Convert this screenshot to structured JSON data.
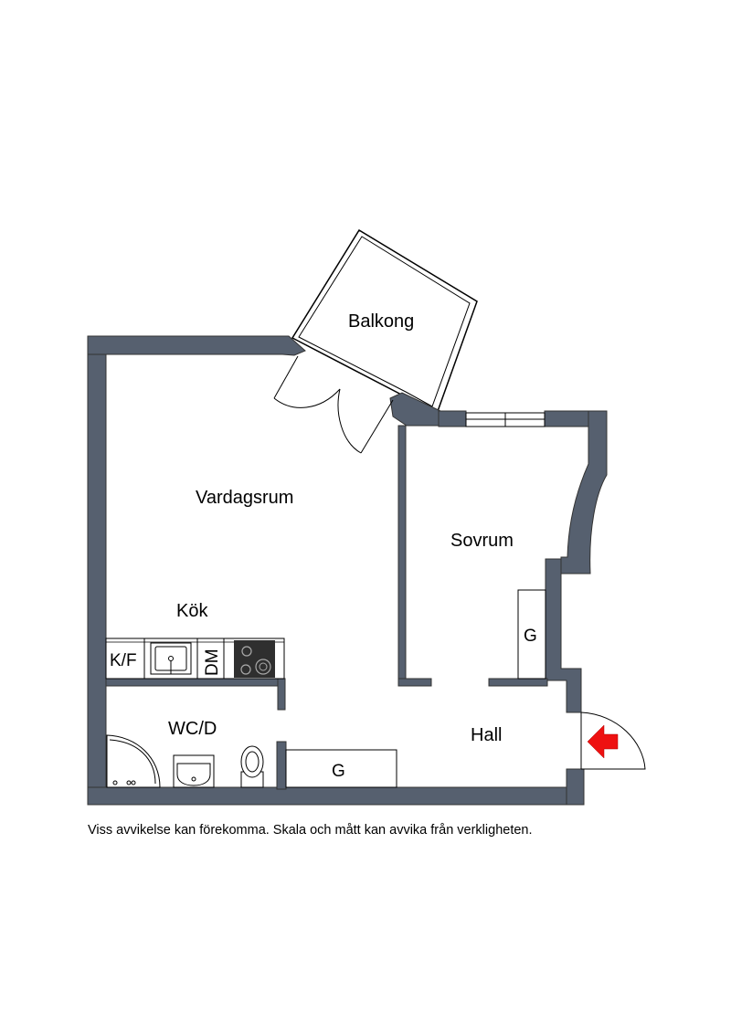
{
  "rooms": {
    "balcony": "Balkong",
    "living": "Vardagsrum",
    "bedroom": "Sovrum",
    "kitchen": "Kök",
    "bathroom": "WC/D",
    "hall": "Hall"
  },
  "fixtures": {
    "fridge_freezer": "K/F",
    "dishwasher": "DM",
    "closet_bedroom": "G",
    "closet_hall": "G"
  },
  "disclaimer": "Viss avvikelse kan förekomma. Skala och mått kan avvika från verkligheten.",
  "colors": {
    "wall": "#56606f",
    "entrance_arrow": "#ee1111",
    "stove": "#2f2f2f"
  }
}
